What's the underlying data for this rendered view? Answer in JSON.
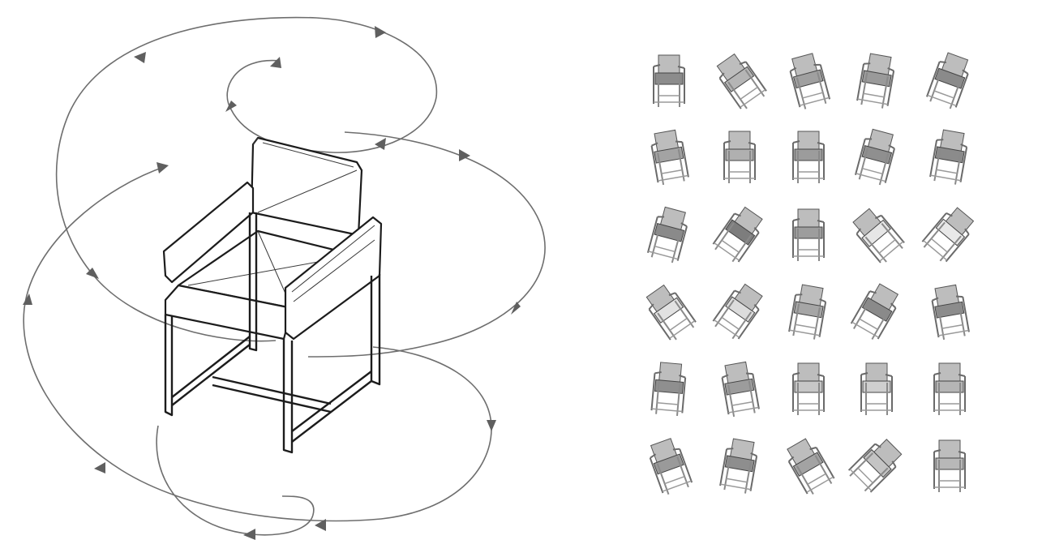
{
  "figure": {
    "left_panel": {
      "subject_icon": "chair-line-drawing-icon",
      "trajectory": "spiral-camera-path",
      "arrow_color": "#5f5f5f",
      "line_color": "#1c1c1c"
    },
    "right_panel": {
      "rows": 6,
      "columns": 5,
      "view_icon": "chair-render-icon",
      "shade_colors": [
        "#8d8d8d",
        "#a6a6a6",
        "#c9c9c9",
        "#e4e4e4"
      ],
      "views": [
        {
          "angle": 0,
          "seat": "#8c8c8c"
        },
        {
          "angle": -35,
          "seat": "#b5b5b5"
        },
        {
          "angle": -15,
          "seat": "#a0a0a0"
        },
        {
          "angle": 10,
          "seat": "#9a9a9a"
        },
        {
          "angle": 20,
          "seat": "#8a8a8a"
        },
        {
          "angle": -10,
          "seat": "#a3a3a3"
        },
        {
          "angle": 0,
          "seat": "#b0b0b0"
        },
        {
          "angle": 0,
          "seat": "#9c9c9c"
        },
        {
          "angle": 15,
          "seat": "#8f8f8f"
        },
        {
          "angle": 10,
          "seat": "#8b8b8b"
        },
        {
          "angle": 15,
          "seat": "#8a8a8a"
        },
        {
          "angle": 35,
          "seat": "#7d7d7d"
        },
        {
          "angle": 0,
          "seat": "#9d9d9d"
        },
        {
          "angle": -40,
          "seat": "#e6e6e6"
        },
        {
          "angle": 40,
          "seat": "#e8e8e8"
        },
        {
          "angle": -35,
          "seat": "#e2e2e2"
        },
        {
          "angle": 35,
          "seat": "#dcdcdc"
        },
        {
          "angle": 10,
          "seat": "#a6a6a6"
        },
        {
          "angle": 30,
          "seat": "#8a8a8a"
        },
        {
          "angle": -10,
          "seat": "#8c8c8c"
        },
        {
          "angle": 5,
          "seat": "#8f8f8f"
        },
        {
          "angle": -10,
          "seat": "#9c9c9c"
        },
        {
          "angle": 0,
          "seat": "#c7c7c7"
        },
        {
          "angle": 0,
          "seat": "#cfcfcf"
        },
        {
          "angle": 0,
          "seat": "#b5b5b5"
        },
        {
          "angle": -20,
          "seat": "#9a9a9a"
        },
        {
          "angle": 10,
          "seat": "#8e8e8e"
        },
        {
          "angle": -30,
          "seat": "#a3a3a3"
        },
        {
          "angle": 45,
          "seat": "#c4c4c4"
        },
        {
          "angle": 0,
          "seat": "#b8b8b8"
        }
      ]
    }
  }
}
